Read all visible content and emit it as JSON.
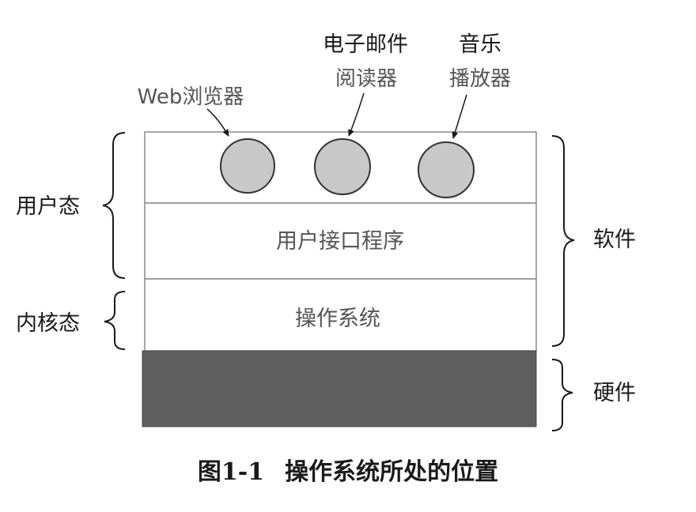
{
  "apps": {
    "web_browser": "Web浏览器",
    "email_reader_line1": "电子邮件",
    "email_reader_line2": "阅读器",
    "music_player_line1": "音乐",
    "music_player_line2": "播放器"
  },
  "layers": {
    "user_interface_program": "用户接口程序",
    "operating_system": "操作系统"
  },
  "modes": {
    "user_mode": "用户态",
    "kernel_mode": "内核态"
  },
  "categories": {
    "software": "软件",
    "hardware": "硬件"
  },
  "caption": {
    "number": "图1-1",
    "text": "操作系统所处的位置"
  },
  "colors": {
    "hardware_fill": "#5e5e5e",
    "app_circle_fill": "#c8c8c8",
    "box_stroke": "#888888"
  }
}
